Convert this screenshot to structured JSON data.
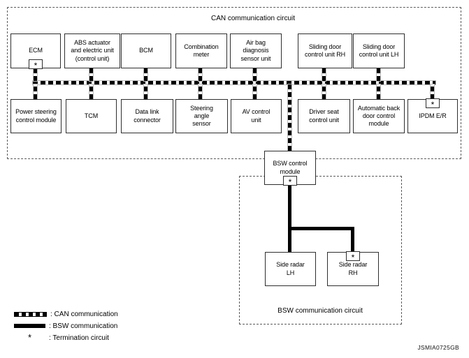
{
  "diagram": {
    "can_circuit_title": "CAN communication circuit",
    "bsw_circuit_title": "BSW communication circuit",
    "figure_code": "JSMIA0725GB"
  },
  "nodes": {
    "ecm": {
      "label": "ECM",
      "termination": true
    },
    "abs": {
      "label": "ABS actuator\nand electric unit\n(control unit)",
      "termination": false
    },
    "bcm": {
      "label": "BCM",
      "termination": false
    },
    "combination_meter": {
      "label": "Combination\nmeter",
      "termination": false
    },
    "airbag": {
      "label": "Air bag\ndiagnosis\nsensor unit",
      "termination": false
    },
    "sliding_door_rh": {
      "label": "Sliding door\ncontrol unit RH",
      "termination": false
    },
    "sliding_door_lh": {
      "label": "Sliding door\ncontrol unit LH",
      "termination": false
    },
    "power_steering": {
      "label": "Power steering\ncontrol module",
      "termination": false
    },
    "tcm": {
      "label": "TCM",
      "termination": false
    },
    "data_link_connector": {
      "label": "Data link\nconnector",
      "termination": false
    },
    "steering_angle_sensor": {
      "label": "Steering\nangle\nsensor",
      "termination": false
    },
    "av_control_unit": {
      "label": "AV control\nunit",
      "termination": false
    },
    "driver_seat": {
      "label": "Driver seat\ncontrol unit",
      "termination": false
    },
    "auto_back_door": {
      "label": "Automatic back\ndoor control\nmodule",
      "termination": false
    },
    "ipdm": {
      "label": "IPDM E/R",
      "termination": true
    },
    "bsw_control": {
      "label": "BSW control\nmodule",
      "termination": true
    },
    "side_radar_lh": {
      "label": "Side radar\nLH",
      "termination": false
    },
    "side_radar_rh": {
      "label": "Side radar\nRH",
      "termination": true
    }
  },
  "legend": {
    "termination_symbol": "*",
    "can_label": ": CAN communication",
    "bsw_label": ": BSW communication",
    "termination_label": ": Termination circuit"
  }
}
